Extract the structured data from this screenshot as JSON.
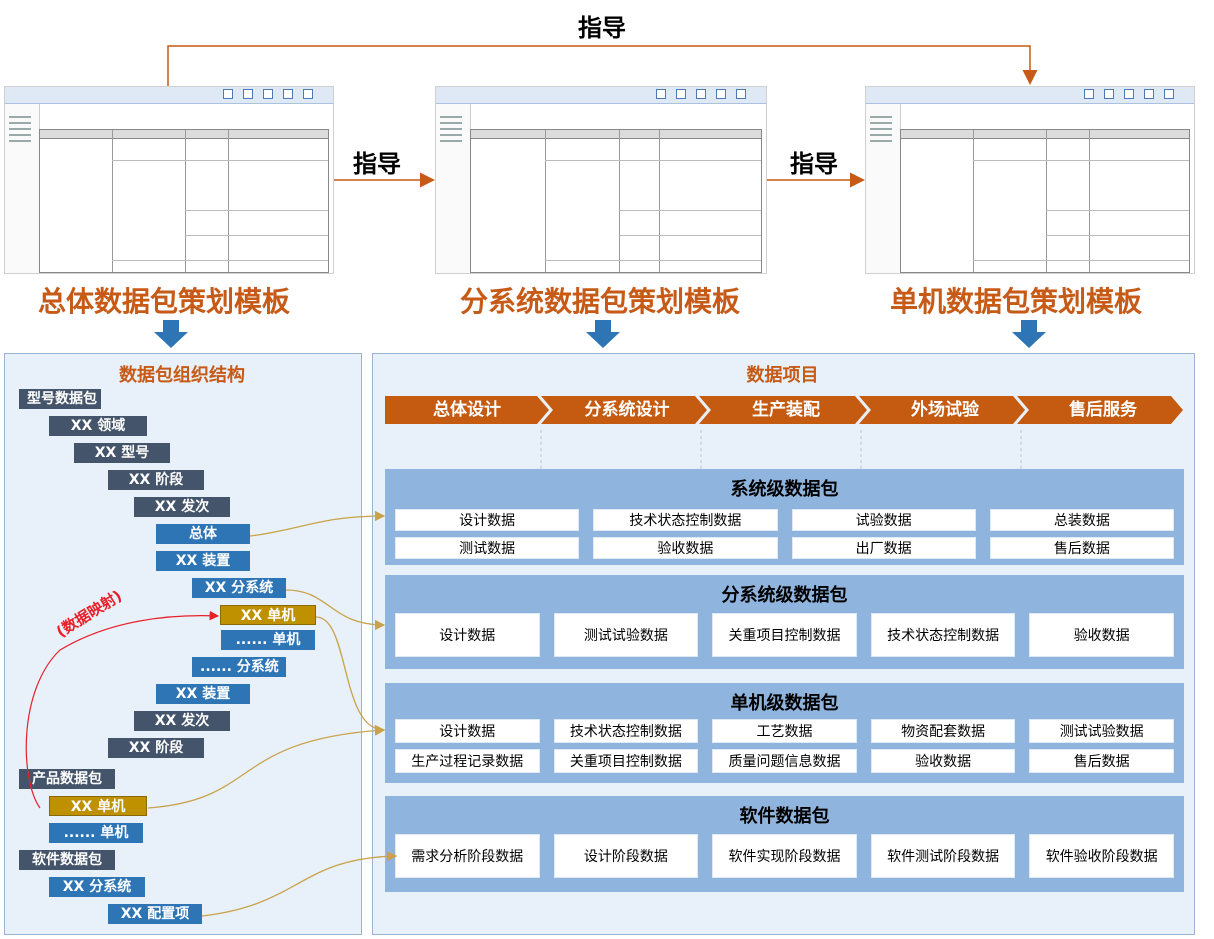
{
  "guide_label": "指导",
  "templates": [
    {
      "title": "总体数据包策划模板"
    },
    {
      "title": "分系统数据包策划模板"
    },
    {
      "title": "单机数据包策划模板"
    }
  ],
  "org_panel": {
    "title": "数据包组织结构",
    "mapping_label": "(数据映射)",
    "nodes": [
      {
        "label": "型号数据包",
        "style": "dark"
      },
      {
        "label": "XX 领域",
        "style": "dark"
      },
      {
        "label": "XX 型号",
        "style": "dark"
      },
      {
        "label": "XX 阶段",
        "style": "dark"
      },
      {
        "label": "XX 发次",
        "style": "dark"
      },
      {
        "label": "总体",
        "style": "blue"
      },
      {
        "label": "XX 装置",
        "style": "blue"
      },
      {
        "label": "XX 分系统",
        "style": "blue"
      },
      {
        "label": "XX 单机",
        "style": "gold"
      },
      {
        "label": "...... 单机",
        "style": "blue"
      },
      {
        "label": "...... 分系统",
        "style": "blue"
      },
      {
        "label": "XX 装置",
        "style": "blue"
      },
      {
        "label": "XX 发次",
        "style": "dark"
      },
      {
        "label": "XX 阶段",
        "style": "dark"
      },
      {
        "label": "产品数据包",
        "style": "dark"
      },
      {
        "label": "XX 单机",
        "style": "gold"
      },
      {
        "label": "...... 单机",
        "style": "blue"
      },
      {
        "label": "软件数据包",
        "style": "dark"
      },
      {
        "label": "XX 分系统",
        "style": "blue"
      },
      {
        "label": "XX 配置项",
        "style": "blue"
      }
    ]
  },
  "items_panel": {
    "title": "数据项目",
    "stages": [
      "总体设计",
      "分系统设计",
      "生产装配",
      "外场试验",
      "售后服务"
    ],
    "packages": [
      {
        "title": "系统级数据包",
        "cells": [
          "设计数据",
          "技术状态控制数据",
          "试验数据",
          "总装数据",
          "测试数据",
          "验收数据",
          "出厂数据",
          "售后数据"
        ]
      },
      {
        "title": "分系统级数据包",
        "cells": [
          "设计数据",
          "测试试验数据",
          "关重项目控制数据",
          "技术状态控制数据",
          "验收数据"
        ]
      },
      {
        "title": "单机级数据包",
        "cells": [
          "设计数据",
          "技术状态控制数据",
          "工艺数据",
          "物资配套数据",
          "测试试验数据",
          "生产过程记录数据",
          "关重项目控制数据",
          "质量问题信息数据",
          "验收数据",
          "售后数据"
        ]
      },
      {
        "title": "软件数据包",
        "cells": [
          "需求分析阶段数据",
          "设计阶段数据",
          "软件实现阶段数据",
          "软件测试阶段数据",
          "软件验收阶段数据"
        ]
      }
    ]
  },
  "colors": {
    "accent_orange": "#c55a11",
    "title_orange": "#c65a16",
    "node_dark": "#44546a",
    "node_blue": "#2e75b6",
    "node_gold": "#bf9000",
    "package_blue": "#8fb4de",
    "panel_bg": "#e8f1f9",
    "mapping_red": "#e8202a"
  }
}
